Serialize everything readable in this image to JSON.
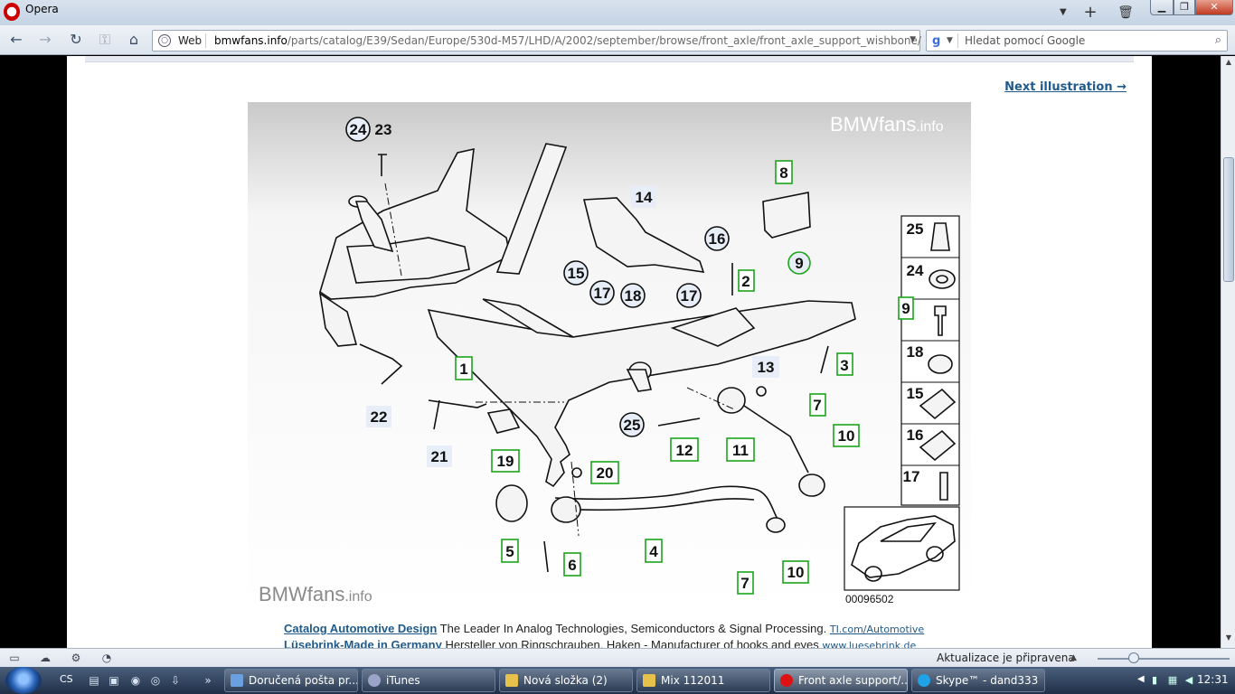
{
  "window": {
    "app_name": "Opera",
    "min": "▁",
    "max": "❐",
    "close": "✕"
  },
  "toolbar": {
    "back": "←",
    "forward": "→",
    "reload": "↻",
    "key": "⚿",
    "home": "⌂",
    "web_label": "Web",
    "url_host": "bmwfans.info",
    "url_path": "/parts/catalog/E39/Sedan/Europe/530d-M57/LHD/A/2002/september/browse/front_axle/front_axle_support_wishbone/",
    "search_placeholder": "Hledat pomocí Google",
    "search_engine": "g"
  },
  "page": {
    "next_link": "Next illustration →",
    "watermark_top": "BMWfans",
    "watermark_bottom": "BMWfans",
    "watermark_suffix": ".info",
    "diagram_code": "00096502",
    "part_labels": {
      "l1": "1",
      "l2": "2",
      "l3": "3",
      "l4": "4",
      "l5": "5",
      "l6": "6",
      "l7a": "7",
      "l7b": "7",
      "l8": "8",
      "l9a": "9",
      "l9b": "9",
      "l10a": "10",
      "l10b": "10",
      "l11": "11",
      "l12": "12",
      "l13": "13",
      "l14": "14",
      "l15a": "15",
      "l15b": "15",
      "l16a": "16",
      "l16b": "16",
      "l17a": "17",
      "l17b": "17",
      "l17c": "17",
      "l18a": "18",
      "l18b": "18",
      "l19": "19",
      "l20": "20",
      "l21": "21",
      "l22": "22",
      "l23": "23",
      "l24a": "24",
      "l24b": "24",
      "l25a": "25",
      "l25b": "25"
    },
    "ads": [
      {
        "title": "Catalog Automotive Design",
        "text": " The Leader In Analog Technologies, Semiconductors & Signal Processing. ",
        "url": "TI.com/Automotive"
      },
      {
        "title": "Lüsebrink-Made in Germany",
        "text": " Hersteller von Ringschrauben, Haken - Manufacturer of hooks and eyes ",
        "url": "www.luesebrink.de"
      }
    ]
  },
  "statusbar": {
    "text": "Aktualizace je připravena"
  },
  "taskbar": {
    "lang": "CS",
    "tasks": [
      {
        "label": "Doručená pošta pr...",
        "color": "#6aa0e0"
      },
      {
        "label": "iTunes",
        "color": "#9aa4c8"
      },
      {
        "label": "Nová složka (2)",
        "color": "#e6c24d"
      },
      {
        "label": "Mix 112011",
        "color": "#e6c24d"
      },
      {
        "label": "Front axle support/...",
        "color": "#d11"
      },
      {
        "label": "Skype™ - dand333",
        "color": "#1fa3e6"
      }
    ],
    "clock": "12:31"
  }
}
